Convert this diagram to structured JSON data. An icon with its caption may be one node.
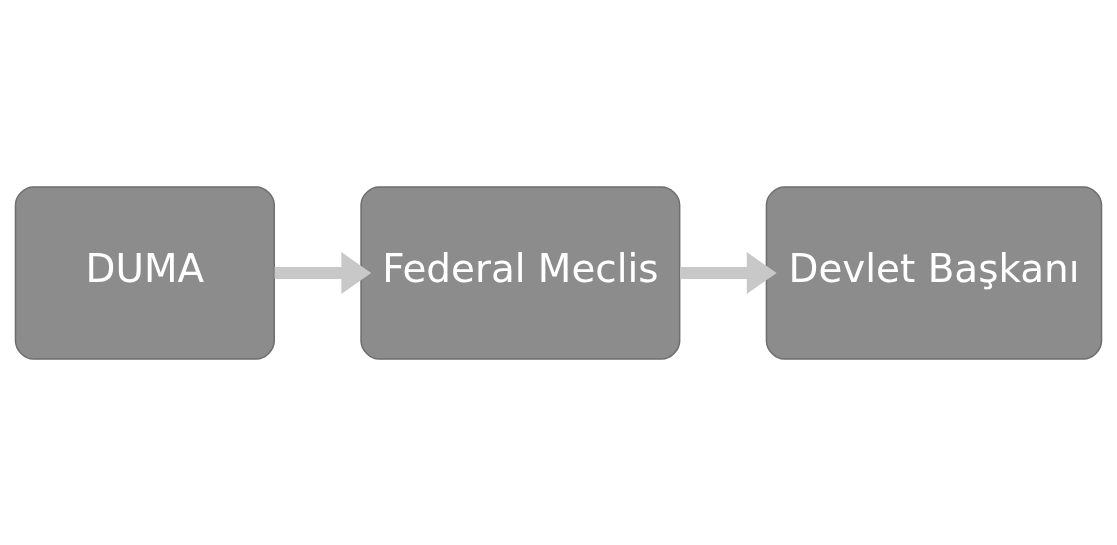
{
  "diagram": {
    "nodes": [
      {
        "text": [
          "DUMA"
        ]
      },
      {
        "text": [
          "Federal Meclis"
        ]
      },
      {
        "text": [
          "Devlet Başkanı"
        ]
      }
    ],
    "edges": [
      {
        "from": 0,
        "to": 1,
        "arrow": "to"
      },
      {
        "from": 1,
        "to": 2,
        "arrow": "to"
      }
    ]
  }
}
